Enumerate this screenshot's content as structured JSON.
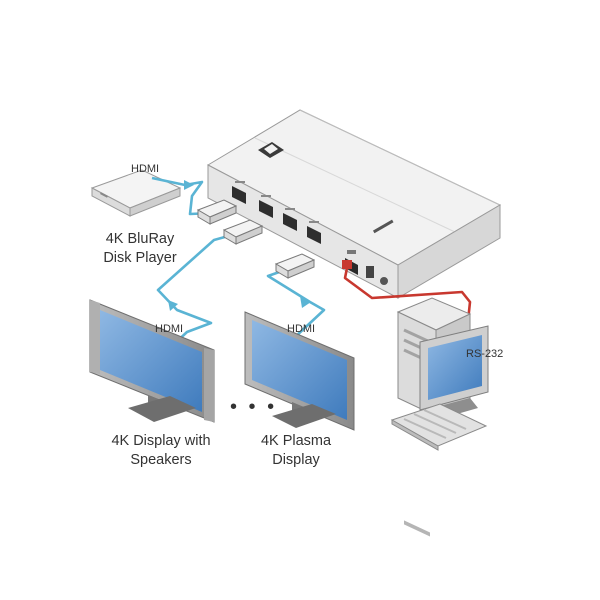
{
  "labels": {
    "hdmi_input": "HDMI",
    "source_line1": "4K BluRay",
    "source_line2": "Disk Player",
    "hdmi_out1": "HDMI",
    "hdmi_out2": "HDMI",
    "display1_line1": "4K Display with",
    "display1_line2": "Speakers",
    "display2_line1": "4K Plasma",
    "display2_line2": "Display",
    "rs232": "RS-232",
    "ellipsis": "• • •"
  },
  "icons": [
    "bluray-player-icon",
    "splitter-device-icon",
    "kramer-logo-icon",
    "hdmi-plug-icon",
    "flat-display-icon",
    "plasma-display-icon",
    "computer-tower-icon",
    "monitor-icon",
    "keyboard-icon"
  ],
  "colors": {
    "hdmi_cable": "#5ab4d4",
    "rs232_cable": "#c8382f",
    "screen": "#5b93cc",
    "device_body": "#e9e9e9",
    "text": "#333333"
  }
}
